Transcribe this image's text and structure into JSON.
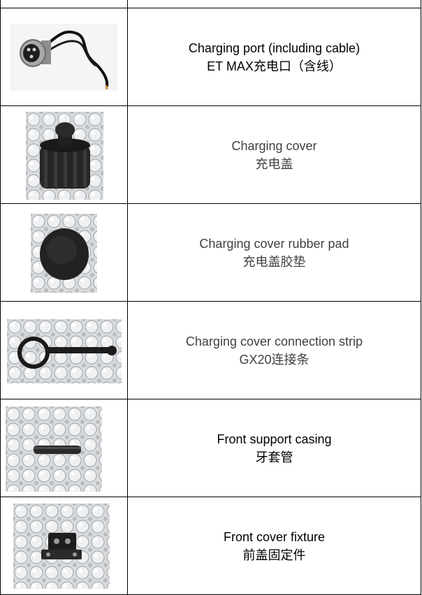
{
  "rows": [
    {
      "name_en": "",
      "name_zh": "",
      "text_color": "#000000",
      "photo": "none"
    },
    {
      "name_en": "Charging port (including cable)",
      "name_zh": "ET MAX充电口（含线）",
      "text_color": "#000000",
      "photo": "charging-port-icon"
    },
    {
      "name_en": "Charging cover",
      "name_zh": "充电盖",
      "text_color": "#404040",
      "photo": "charging-cover-icon"
    },
    {
      "name_en": "Charging cover rubber pad",
      "name_zh": "充电盖胶垫",
      "text_color": "#404040",
      "photo": "rubber-pad-icon"
    },
    {
      "name_en": "Charging cover connection strip",
      "name_zh": "GX20连接条",
      "text_color": "#404040",
      "photo": "connection-strip-icon"
    },
    {
      "name_en": "Front support casing",
      "name_zh": "牙套管",
      "text_color": "#000000",
      "photo": "support-casing-icon"
    },
    {
      "name_en": "Front cover fixture",
      "name_zh": "前盖固定件",
      "text_color": "#000000",
      "photo": "cover-fixture-icon"
    }
  ]
}
